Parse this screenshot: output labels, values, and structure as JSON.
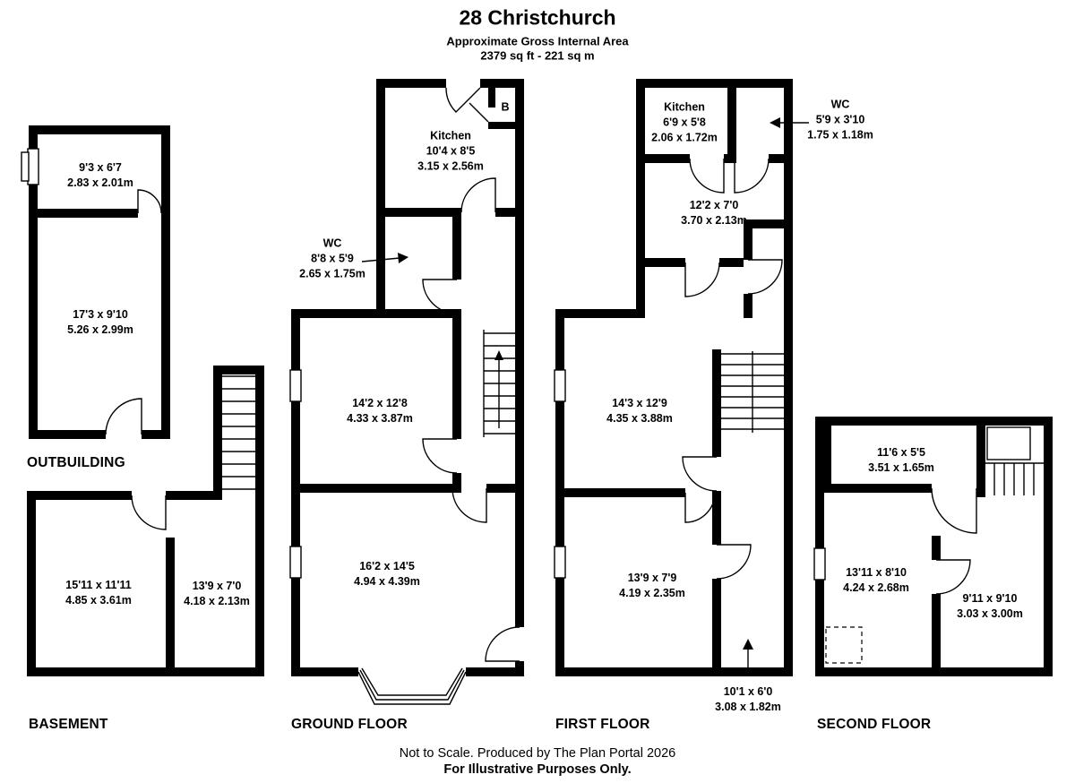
{
  "header": {
    "title": "28 Christchurch",
    "subtitle": "Approximate Gross Internal Area",
    "area": "2379 sq ft - 221 sq m"
  },
  "outbuilding": {
    "label": "OUTBUILDING",
    "room_top": {
      "ft": "9'3 x 6'7",
      "m": "2.83 x 2.01m"
    },
    "room_main": {
      "ft": "17'3 x 9'10",
      "m": "5.26 x 2.99m"
    }
  },
  "basement": {
    "label": "BASEMENT",
    "room_left": {
      "ft": "15'11 x 11'11",
      "m": "4.85 x 3.61m"
    },
    "room_right": {
      "ft": "13'9 x 7'0",
      "m": "4.18 x 2.13m"
    }
  },
  "ground_floor": {
    "label": "GROUND FLOOR",
    "kitchen": {
      "name": "Kitchen",
      "ft": "10'4 x 8'5",
      "m": "3.15 x 2.56m"
    },
    "wc": {
      "name": "WC",
      "ft": "8'8 x 5'9",
      "m": "2.65 x 1.75m"
    },
    "boiler": "B",
    "room_middle": {
      "ft": "14'2 x 12'8",
      "m": "4.33 x 3.87m"
    },
    "room_front": {
      "ft": "16'2 x 14'5",
      "m": "4.94 x 4.39m"
    }
  },
  "first_floor": {
    "label": "FIRST FLOOR",
    "kitchen": {
      "name": "Kitchen",
      "ft": "6'9 x 5'8",
      "m": "2.06 x 1.72m"
    },
    "wc": {
      "name": "WC",
      "ft": "5'9 x 3'10",
      "m": "1.75 x 1.18m"
    },
    "room_rear": {
      "ft": "12'2 x 7'0",
      "m": "3.70 x 2.13m"
    },
    "room_middle": {
      "ft": "14'3 x 12'9",
      "m": "4.35 x 3.88m"
    },
    "room_front": {
      "ft": "13'9 x 7'9",
      "m": "4.19 x 2.35m"
    },
    "landing": {
      "ft": "10'1 x 6'0",
      "m": "3.08 x 1.82m"
    }
  },
  "second_floor": {
    "label": "SECOND FLOOR",
    "room_top": {
      "ft": "11'6 x 5'5",
      "m": "3.51 x 1.65m"
    },
    "room_left": {
      "ft": "13'11 x 8'10",
      "m": "4.24 x 2.68m"
    },
    "room_right": {
      "ft": "9'11 x 9'10",
      "m": "3.03 x 3.00m"
    }
  },
  "footer": {
    "line1": "Not to Scale. Produced by The Plan Portal 2026",
    "line2": "For Illustrative Purposes Only."
  },
  "colors": {
    "wall": "#000000",
    "background": "#ffffff"
  }
}
